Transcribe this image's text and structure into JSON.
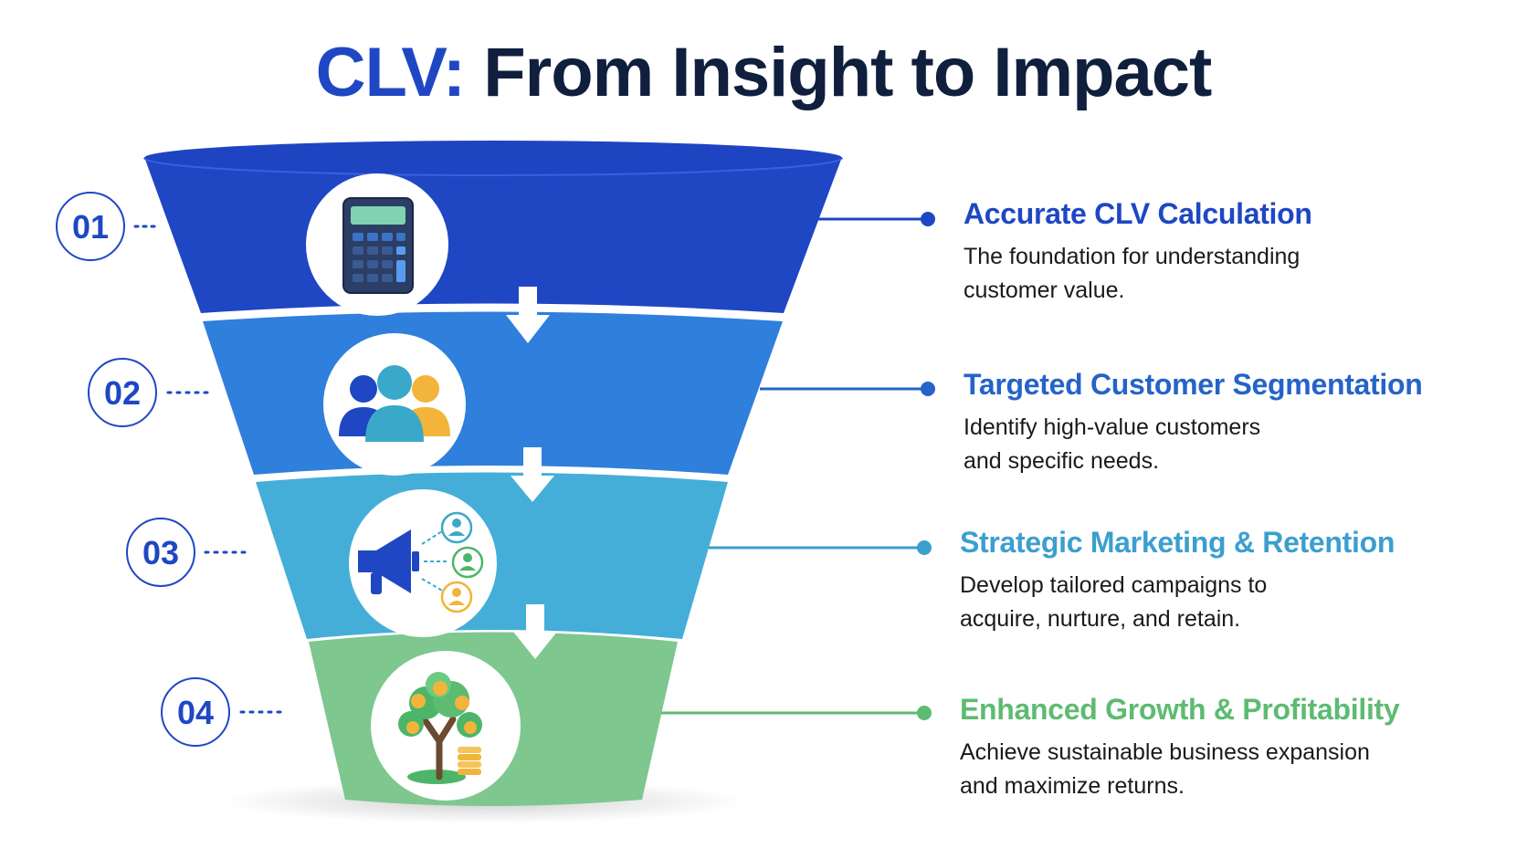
{
  "title": {
    "accent": "CLV:",
    "rest": " From Insight to Impact"
  },
  "colors": {
    "title_dark": "#0f1f3d",
    "title_accent": "#1f47c4",
    "band1": "#1f47c4",
    "band2": "#2f7fdc",
    "band3": "#44aed8",
    "band4": "#7ec78f"
  },
  "stages": [
    {
      "number": "01",
      "icon": "calculator-icon",
      "heading": "Accurate CLV Calculation",
      "heading_color": "#1f47c4",
      "description_lines": [
        "The foundation for understanding",
        "customer value."
      ]
    },
    {
      "number": "02",
      "icon": "customer-group-icon",
      "heading": "Targeted Customer Segmentation",
      "heading_color": "#2563c9",
      "description_lines": [
        "Identify high-value customers",
        "and specific needs."
      ]
    },
    {
      "number": "03",
      "icon": "megaphone-icon",
      "heading": "Strategic Marketing & Retention",
      "heading_color": "#3b9fcf",
      "description_lines": [
        "Develop tailored campaigns to",
        "acquire, nurture, and retain."
      ]
    },
    {
      "number": "04",
      "icon": "money-tree-icon",
      "heading": "Enhanced Growth & Profitability",
      "heading_color": "#5dbb72",
      "description_lines": [
        "Achieve sustainable business expansion",
        "and maximize returns."
      ]
    }
  ]
}
